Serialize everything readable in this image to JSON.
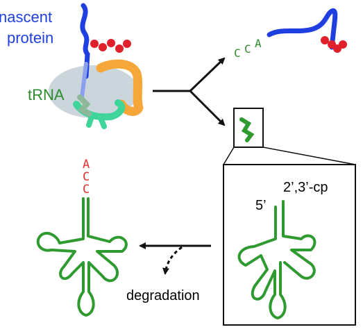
{
  "labels": {
    "nascent_line1": "nascent",
    "nascent_line2": "protein",
    "trna": "tRNA",
    "degradation": "degradation",
    "five_prime": "5’",
    "cp_end": "2’,3’-cp"
  },
  "cca_top": [
    "C",
    "C",
    "A"
  ],
  "acc_vertical": [
    "A",
    "C",
    "C"
  ],
  "colors": {
    "protein": "#1f3fe0",
    "residue": "#e0202a",
    "trna_text": "#2e8b2e",
    "trna_line": "#2f9a2f",
    "cca_red": "#e03030",
    "ribosome": "#c8d3da",
    "factor_orange": "#f5a73a",
    "factor_teal": "#3fd49a",
    "arrow": "#111111"
  }
}
